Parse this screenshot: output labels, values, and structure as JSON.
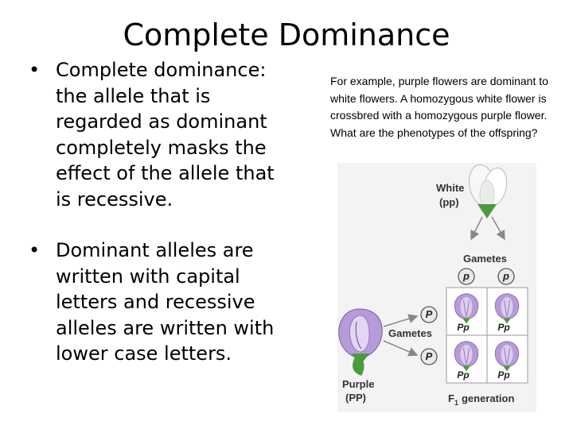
{
  "slide": {
    "title": "Complete Dominance",
    "bullets": [
      "Complete dominance: the allele that is regarded as dominant completely masks the effect of the allele that is recessive.",
      "Dominant alleles are written with capital letters and recessive alleles are written with lower case letters."
    ],
    "example": "For example, purple flowers are dominant to white flowers.  A homozygous white flower is crossbred with a homozygous purple flower.  What are the phenotypes of the offspring?"
  },
  "figure": {
    "white_parent": {
      "label": "White",
      "genotype": "(pp)"
    },
    "purple_parent": {
      "label": "Purple",
      "genotype": "(PP)"
    },
    "gametes_top_label": "Gametes",
    "gametes_left_label": "Gametes",
    "gametes_top": [
      "p",
      "p"
    ],
    "gametes_left": [
      "P",
      "P"
    ],
    "offspring_genotypes": [
      "Pp",
      "Pp",
      "Pp",
      "Pp"
    ],
    "generation_label": {
      "letter": "F",
      "subscript": "1",
      "text": "generation"
    },
    "colors": {
      "panel_background": "#f3f3f3",
      "purple_petal": "#b79ad8",
      "purple_dark": "#7b5aa6",
      "white_petal": "#f7f7f7",
      "stem_green": "#4a9b3d",
      "gamete_circle": "#e9e9e9"
    }
  }
}
